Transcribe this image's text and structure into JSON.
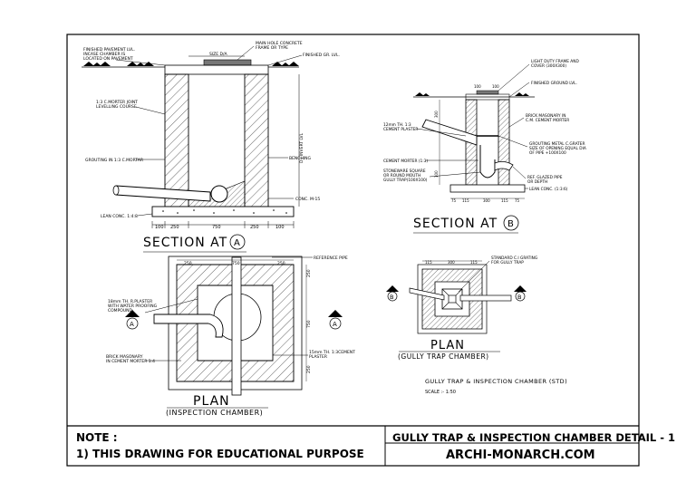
{
  "drawing": {
    "section_a": {
      "title": "SECTION AT",
      "marker": "A",
      "notes": {
        "finished_pavement": [
          "FINISHED PAVEMENT LVL.",
          "INCASE CHAMBER IS",
          "LOCATED ON PAVEMENT"
        ],
        "frame_cover": [
          "MAIN HOLE CONCRETE",
          "FRAME OR TYPE"
        ],
        "finished_gr": "FINISHED GR. LVL.",
        "joint_levelling": [
          "1:3 C.MORTER JOINT",
          "LEVELLING COURSE"
        ],
        "grouting": "GROUTING IN 1:3 C.MORTAR",
        "benching": "BENCHING",
        "conc": "CONC. M-15",
        "lean_conc": "LEAN CONC. 1:4:8",
        "invert": "D / INVERT LVL",
        "size_label": "SIZE D/A"
      },
      "dims": [
        "100",
        "250",
        "750",
        "250",
        "100"
      ]
    },
    "plan_a": {
      "title": "PLAN",
      "subtitle": "(INSPECTION CHAMBER)",
      "notes": {
        "reference_pipe": "REFERENCE PIPE",
        "plaster_wp": [
          "18mm TH. R.PLASTER",
          "WITH WATER PROOFING",
          "COMPOUND"
        ],
        "brick_masonry": [
          "BRICK MASONARY",
          "IN CEMENT MORTER 1:4"
        ],
        "plaster_12": [
          "15mm TH. 1:3CEMENT",
          "PLASTER"
        ]
      },
      "dims_top": [
        "250",
        "750",
        "250"
      ],
      "dims_side": [
        "250",
        "750",
        "250"
      ],
      "markers": [
        "A",
        "A"
      ]
    },
    "section_b": {
      "title": "SECTION AT",
      "marker": "B",
      "notes": {
        "frame_cover": [
          "LIGHT DUTY FRAME AND",
          "COVER (300X300)"
        ],
        "finished_ground": "FINISHED GROUND LVL.",
        "brick_masonry": [
          "BRICK MASONARY IN",
          "C.M. CEMENT MORTER"
        ],
        "plaster": [
          "12mm TH. 1:3",
          "CEMENT PLASTER"
        ],
        "grating": [
          "GROUTING METAL C.GRATER",
          "SIZE OF OPENING EQUAL DIA",
          "OF PIPE +100X100"
        ],
        "cement_mortar": "CEMENT MORTER (1:3)",
        "stoneware": [
          "STONEWARE SQUARE",
          "OR ROUND MOUTH",
          "GULLY TRAP(100X100)"
        ],
        "pipe": [
          "REF. GLAZED PIPE",
          "OR DEPTH"
        ],
        "lean_conc": "LEAN CONC. (1:3:6)",
        "dims_top": [
          "100",
          "100"
        ],
        "dims_side": [
          "300",
          "100"
        ]
      },
      "dims": [
        "75",
        "115",
        "300",
        "115",
        "75"
      ]
    },
    "plan_b": {
      "title": "PLAN",
      "subtitle": "(GULLY TRAP CHAMBER)",
      "notes": {
        "grating": [
          "STANDARD C.I GRATING",
          "FOR GULLY TRAP"
        ]
      },
      "dims_top": [
        "115",
        "300",
        "115"
      ],
      "markers": [
        "B",
        "B"
      ]
    },
    "caption": {
      "title": "GULLY TRAP & INSPECTION CHAMBER (STD)",
      "scale": "SCALE :- 1:50"
    }
  },
  "title_block": {
    "note_title": "NOTE :",
    "note_line": "1) THIS DRAWING FOR EDUCATIONAL PURPOSE",
    "drawing_title": "GULLY TRAP & INSPECTION CHAMBER DETAIL - 1",
    "site": "ARCHI-MONARCH.COM"
  }
}
